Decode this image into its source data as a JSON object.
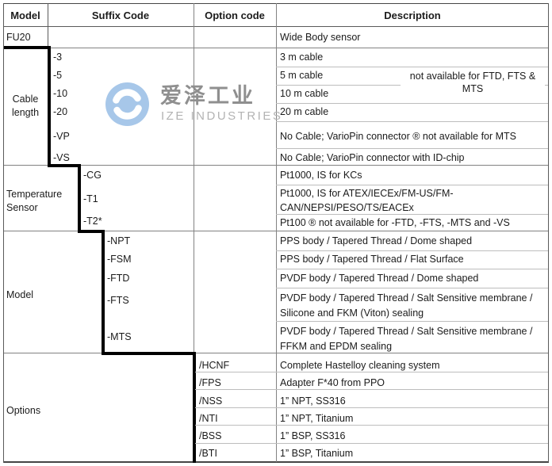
{
  "header": {
    "model": "Model",
    "suffix": "Suffix Code",
    "option": "Option code",
    "description": "Description"
  },
  "model_row": {
    "code": "FU20",
    "description": "Wide Body sensor"
  },
  "cable": {
    "label": "Cable length",
    "note": "not available for FTD, FTS & MTS",
    "rows": [
      {
        "c": "-3",
        "d": "3 m cable"
      },
      {
        "c": "-5",
        "d": "5 m cable"
      },
      {
        "c": "-10",
        "d": "10 m cable"
      },
      {
        "c": "-20",
        "d": "20 m cable"
      },
      {
        "c": "-VP",
        "d": "No Cable; VarioPin connector ® not available for MTS"
      },
      {
        "c": "-VS",
        "d": "No Cable; VarioPin connector with ID-chip"
      }
    ]
  },
  "temperature": {
    "label": "Temperature Sensor",
    "rows": [
      {
        "c": "-CG",
        "d": "Pt1000, IS for KCs"
      },
      {
        "c": "-T1",
        "d": "Pt1000, IS for ATEX/IECEx/FM-US/FM-CAN/NEPSI/PESO/TS/EACEx"
      },
      {
        "c": "-T2*",
        "d": "Pt100 ® not available for -FTD, -FTS, -MTS and -VS"
      }
    ]
  },
  "model_section": {
    "label": "Model",
    "rows": [
      {
        "c": "-NPT",
        "d": "PPS body / Tapered Thread / Dome shaped"
      },
      {
        "c": "-FSM",
        "d": "PPS body / Tapered Thread / Flat Surface"
      },
      {
        "c": "-FTD",
        "d": "PVDF body / Tapered Thread / Dome shaped"
      },
      {
        "c": "-FTS",
        "d": "PVDF body / Tapered Thread / Salt Sensitive membrane / Silicone and FKM (Viton) sealing"
      },
      {
        "c": "-MTS",
        "d": "PVDF body / Tapered Thread / Salt Sensitive membrane / FFKM and EPDM sealing"
      }
    ]
  },
  "options": {
    "label": "Options",
    "rows": [
      {
        "c": "/HCNF",
        "d": "Complete Hastelloy cleaning system"
      },
      {
        "c": "/FPS",
        "d": "Adapter F*40 from PPO"
      },
      {
        "c": "/NSS",
        "d": "1” NPT, SS316"
      },
      {
        "c": "/NTI",
        "d": "1” NPT, Titanium"
      },
      {
        "c": "/BSS",
        "d": "1” BSP, SS316"
      },
      {
        "c": "/BTI",
        "d": "1” BSP, Titanium"
      }
    ]
  },
  "watermark": {
    "cn": "爱泽工业",
    "en": "IZE INDUSTRIES",
    "logo_color": "#a7c7e9"
  }
}
